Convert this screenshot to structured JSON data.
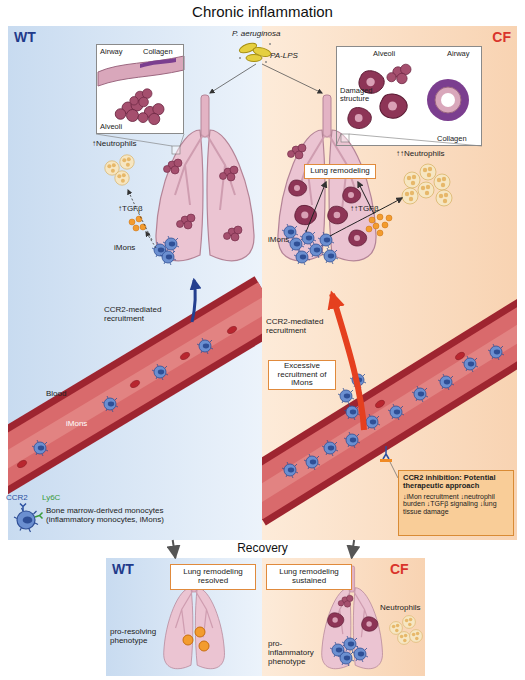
{
  "diagram": {
    "title": "Chronic inflammation",
    "nodes": [
      {
        "text": [
          "WT"
        ]
      },
      {
        "text": [
          "CF"
        ]
      },
      {
        "text": [
          "Airway",
          "Collagen",
          "Alveoli"
        ],
        "in": 0
      },
      {
        "text": [
          "Alveoli",
          "Damaged structure",
          "Airway",
          "Collagen"
        ],
        "in": 1
      },
      {
        "text": [
          "Lung remodeling"
        ],
        "in": 1
      },
      {
        "text": [
          "Excessive recruitment of iMons"
        ],
        "in": 1
      },
      {
        "text": [
          "CCR2 inhibition: Potential therapeutic approach",
          "↓iMon recruitment ↓neutrophil burden ↓TGFβ signaling ↓lung tissue damage"
        ],
        "in": 1
      },
      {
        "text": [
          "WT"
        ]
      },
      {
        "text": [
          "Lung remodeling resolved"
        ],
        "in": 7
      },
      {
        "text": [
          "CF"
        ]
      },
      {
        "text": [
          "Lung remodeling sustained"
        ],
        "in": 9
      }
    ],
    "edges": [
      {
        "from": 0,
        "to": 7,
        "arrow": "to"
      },
      {
        "from": 1,
        "to": 9,
        "arrow": "to"
      }
    ],
    "labels": [
      "P. aeruginosa",
      "PA-LPS",
      "↑Neutrophils",
      "↑TGFβ",
      "iMons",
      "Blood",
      "iMons",
      "CCR2-mediated recruitment",
      "CCR2",
      "Ly6C",
      "Bone marrow-derived monocytes (inflammatory monocytes, iMons)",
      "↑↑Neutrophils",
      "↑↑TGFβ",
      "iMons",
      "CCR2-mediated recruitment",
      "Recovery",
      "pro-resolving phenotype",
      "Neutrophils",
      "pro-inflammatory phenotype"
    ]
  }
}
